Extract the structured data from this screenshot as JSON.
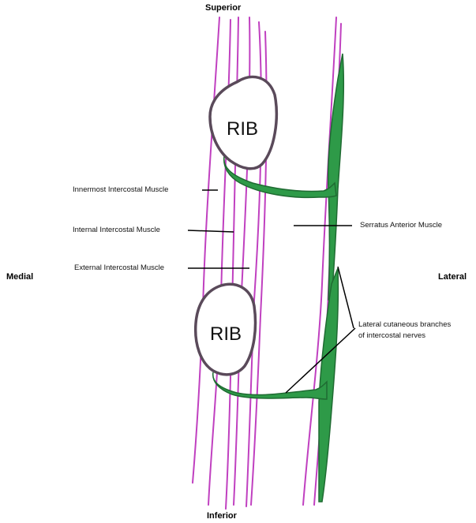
{
  "orientation": {
    "superior": "Superior",
    "inferior": "Inferior",
    "medial": "Medial",
    "lateral": "Lateral"
  },
  "ribs": {
    "upper": "RIB",
    "lower": "RIB"
  },
  "labels": {
    "innermost": "Innermost Intercostal Muscle",
    "internal": "Internal Intercostal Muscle",
    "external": "External Intercostal Muscle",
    "serratus": "Serratus  Anterior Muscle",
    "lateral_branches_line1": "Lateral  cutaneous  branches",
    "lateral_branches_line2": "of intercostal nerves"
  },
  "colors": {
    "muscle_fiber": "#c040c0",
    "nerve_fill": "#2e9a48",
    "nerve_stroke": "#1f6b32",
    "rib_outline": "#5a4a5a",
    "leader_line": "#000000"
  }
}
